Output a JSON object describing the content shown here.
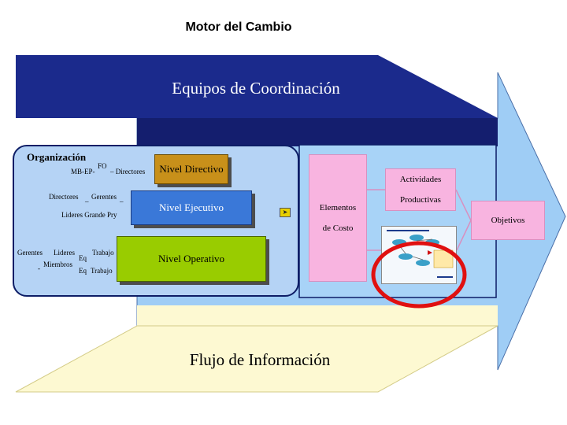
{
  "title": "Motor del Cambio",
  "top_banner": "Equipos de Coordinación",
  "bottom_banner": "Flujo de Información",
  "organizacion": {
    "title": "Organización",
    "row1": {
      "a": "MB-EP-",
      "sup": "FO",
      "b": "– Directores"
    },
    "row2": {
      "a": "Directores",
      "sep": "–",
      "b": "Gerentes",
      "sep2": "–",
      "c": "Lideres Grande Pry"
    },
    "row3": {
      "gerentes": "Gerentes",
      "lideres": "Lideres",
      "eq1": "Eq",
      "trabajo1": "Trabajo",
      "dash": "-",
      "miembros": "Miembros",
      "eq2": "Eq",
      "trabajo2": "Trabajo"
    }
  },
  "levels": {
    "directivo": "Nivel Directivo",
    "ejecutivo": "Nivel Ejecutivo",
    "operativo": "Nivel Operativo"
  },
  "boxes": {
    "elementos_l1": "Elementos",
    "elementos_l2": "de Costo",
    "actividades_l1": "Actividades",
    "actividades_l2": "Productivas",
    "objetivos": "Objetivos"
  },
  "colors": {
    "navy": "#1b2a8c",
    "arrow": "#9fcdf5",
    "cream": "#fdf9d2",
    "highlight": "#e01010"
  }
}
